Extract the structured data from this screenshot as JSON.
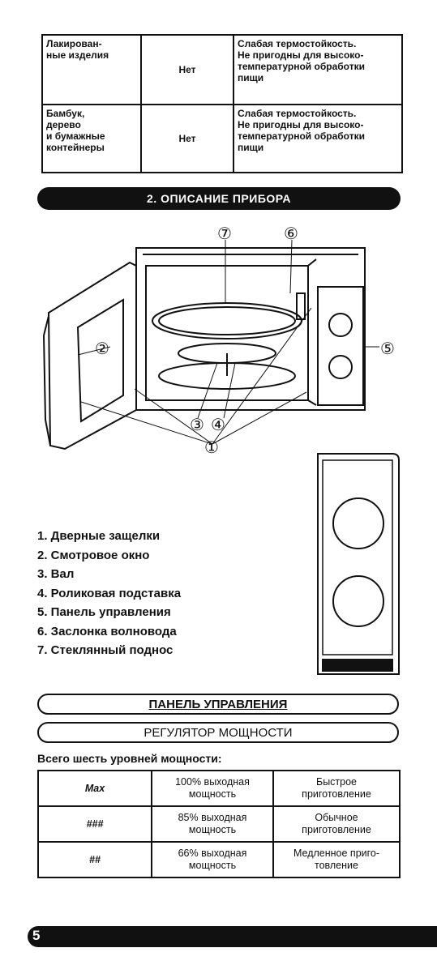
{
  "materials_table": {
    "rows": [
      {
        "material": "Лакирован-\nные изделия",
        "suitable": "Нет",
        "note": "Слабая термостойкость.\nНе пригодны для высоко-\nтемпературной обработки\nпищи"
      },
      {
        "material": "Бамбук,\nдерево\nи бумажные\nконтейнеры",
        "suitable": "Нет",
        "note": "Слабая термостойкость.\nНе пригодны для высоко-\nтемпературной обработки\nпищи"
      }
    ]
  },
  "section_title": "2. ОПИСАНИЕ ПРИБОРА",
  "callouts": [
    "①",
    "②",
    "③",
    "④",
    "⑤",
    "⑥",
    "⑦"
  ],
  "legend": [
    "1. Дверные защелки",
    "2. Смотровое окно",
    "3. Вал",
    "4. Роликовая подставка",
    "5. Панель управления",
    "6. Заслонка волновода",
    "7. Стеклянный поднос"
  ],
  "control_panel_title": "ПАНЕЛЬ УПРАВЛЕНИЯ",
  "power_regulator_title": "РЕГУЛЯТОР МОЩНОСТИ",
  "power_intro": "Всего шесть уровней мощности:",
  "power_table": {
    "rows": [
      {
        "level": "Max",
        "output": "100% выходная\nмощность",
        "mode": "Быстрое\nприготовление"
      },
      {
        "level": "###",
        "output": "85% выходная\nмощность",
        "mode": "Обычное\nприготовление"
      },
      {
        "level": "##",
        "output": "66% выходная\nмощность",
        "mode": "Медленное приго-\nтовление"
      }
    ]
  },
  "page_number": "5",
  "colors": {
    "ink": "#111111",
    "paper": "#ffffff"
  }
}
